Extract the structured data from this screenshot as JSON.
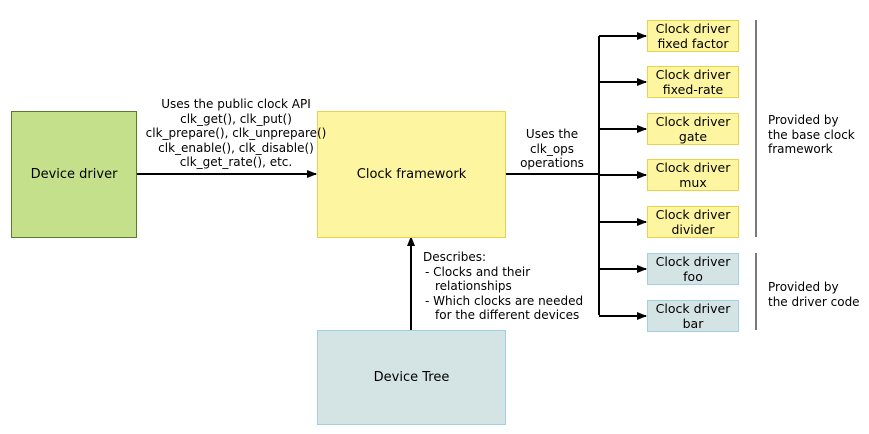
{
  "nodes": {
    "device_driver": "Device driver",
    "clock_framework": "Clock framework",
    "device_tree": "Device Tree"
  },
  "api_label": {
    "title": "Uses the public clock API",
    "lines": [
      "clk_get(), clk_put()",
      "clk_prepare(), clk_unprepare()",
      "clk_enable(), clk_disable()",
      "clk_get_rate(), etc."
    ]
  },
  "ops_label": [
    "Uses the",
    "clk_ops",
    "operations"
  ],
  "describes_label": {
    "title": "Describes:",
    "items": [
      [
        "- Clocks and their",
        "relationships"
      ],
      [
        "- Which clocks are needed",
        "for the different devices"
      ]
    ]
  },
  "drivers": [
    {
      "line1": "Clock driver",
      "line2": "fixed factor",
      "group": "base"
    },
    {
      "line1": "Clock driver",
      "line2": "fixed-rate",
      "group": "base"
    },
    {
      "line1": "Clock driver",
      "line2": "gate",
      "group": "base"
    },
    {
      "line1": "Clock driver",
      "line2": "mux",
      "group": "base"
    },
    {
      "line1": "Clock driver",
      "line2": "divider",
      "group": "base"
    },
    {
      "line1": "Clock driver",
      "line2": "foo",
      "group": "custom"
    },
    {
      "line1": "Clock driver",
      "line2": "bar",
      "group": "custom"
    }
  ],
  "groups": {
    "base": [
      "Provided by",
      "the base clock",
      "framework"
    ],
    "custom": [
      "Provided by",
      "the driver code"
    ]
  },
  "colors": {
    "green_fill": "#c5e08a",
    "yellow_fill": "#fdf5a0",
    "blue_fill": "#d4e3e3"
  }
}
